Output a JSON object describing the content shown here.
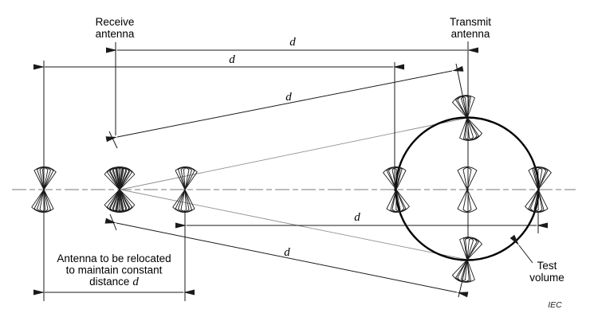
{
  "figure": {
    "receive_antenna": {
      "line1": "Receive",
      "line2": "antenna"
    },
    "transmit_antenna": {
      "line1": "Transmit",
      "line2": "antenna"
    },
    "relocate_note": {
      "line1": "Antenna to be relocated",
      "line2": "to maintain constant",
      "line3_prefix": "distance",
      "line3_var": "d"
    },
    "test_volume": {
      "line1": "Test",
      "line2": "volume"
    },
    "credit": "IEC",
    "dim_labels": {
      "top": "d",
      "second": "d",
      "diag_upper": "d",
      "middle": "d",
      "diag_lower": "d"
    },
    "colors": {
      "line": "#1a1a1a",
      "thin_line": "#8f8f8f",
      "centerline": "#777777",
      "text": "#000000"
    }
  }
}
